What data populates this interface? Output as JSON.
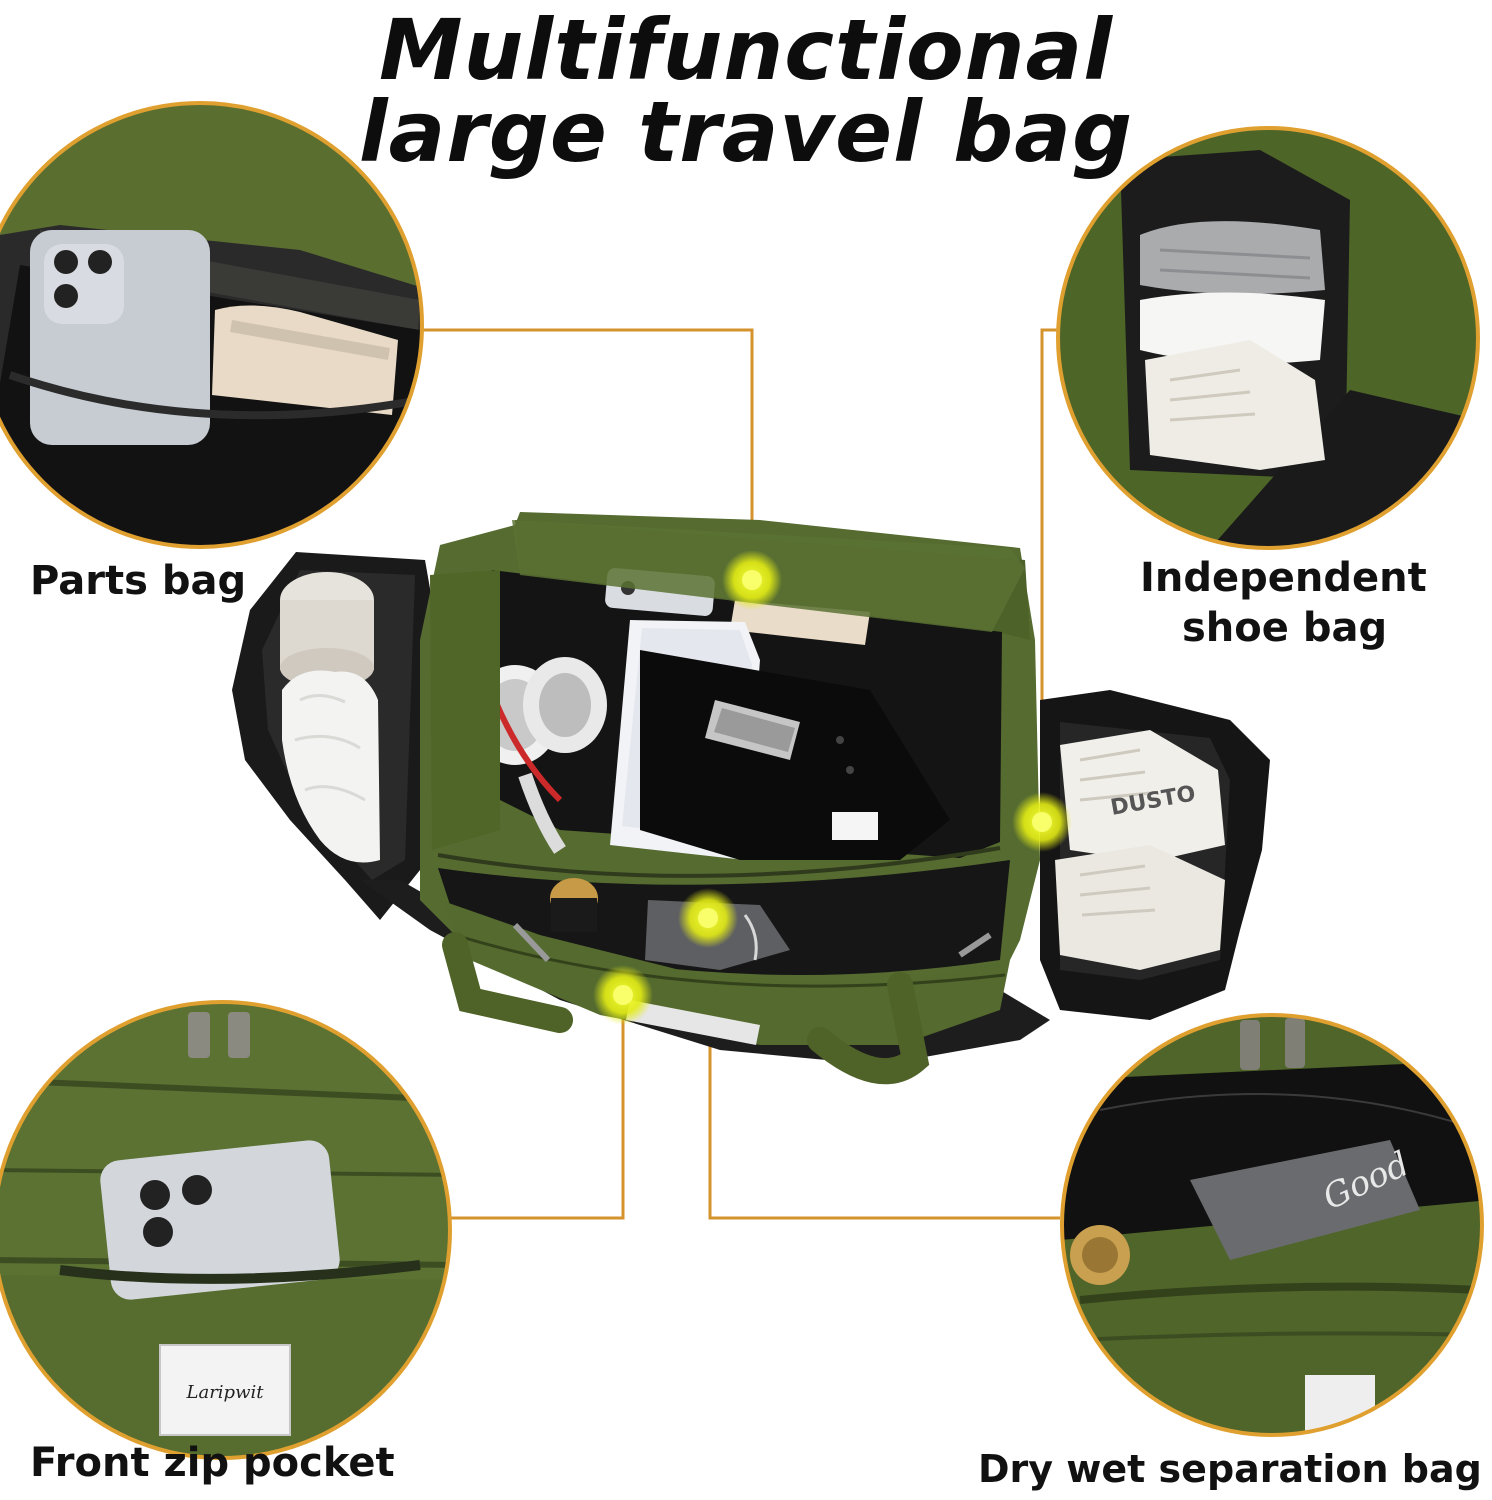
{
  "title": {
    "line1": "Multifunctional",
    "line2": "large travel bag"
  },
  "callouts": {
    "parts_bag": "Parts bag",
    "shoe_bag_line1": "Independent",
    "shoe_bag_line2": "shoe bag",
    "front_pocket": "Front zip pocket",
    "dry_wet": "Dry wet separation bag"
  },
  "product_text": {
    "brand_label": "Laripwit",
    "shoe_print": "DUSTO",
    "towel_print": "Good"
  },
  "colors": {
    "bag_green": "#556b2f",
    "dark_green": "#3f5122",
    "lining": "#151515",
    "leader_line": "#d4932c",
    "circle_border": "#e0a030",
    "hotspot": "#e8ef1a"
  },
  "icons": {
    "hotspot": "hotspot-dot-icon"
  }
}
